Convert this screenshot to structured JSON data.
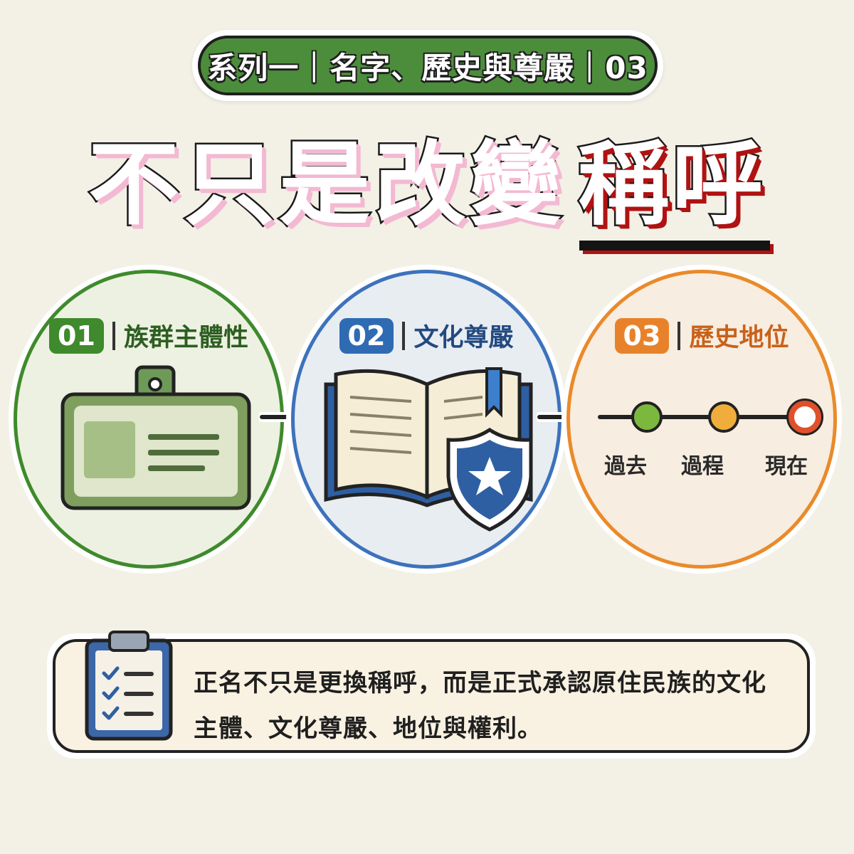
{
  "series_label": "系列一｜名字、歷史與尊嚴｜03",
  "title": {
    "main": "不只是改變",
    "accent": "稱呼"
  },
  "steps": [
    {
      "number": "01",
      "label": "族群主體性",
      "color": "#3f8a2c",
      "icon": "id-card-icon"
    },
    {
      "number": "02",
      "label": "文化尊嚴",
      "color": "#2f6bb3",
      "icon": "book-shield-icon"
    },
    {
      "number": "03",
      "label": "歷史地位",
      "color": "#e8822a",
      "icon": "timeline-icon"
    }
  ],
  "timeline": [
    "過去",
    "過程",
    "現在"
  ],
  "note": {
    "line1": "正名不只是更換稱呼，而是正式承認原住民族的文化",
    "line2": "主體、文化尊嚴、地位與權利。",
    "icon": "clipboard-checklist-icon"
  },
  "colors": {
    "background": "#f3f0e6",
    "series_green": "#4c8d3b",
    "title_pink_shadow": "#f3b9d2",
    "accent_red": "#b01212"
  }
}
